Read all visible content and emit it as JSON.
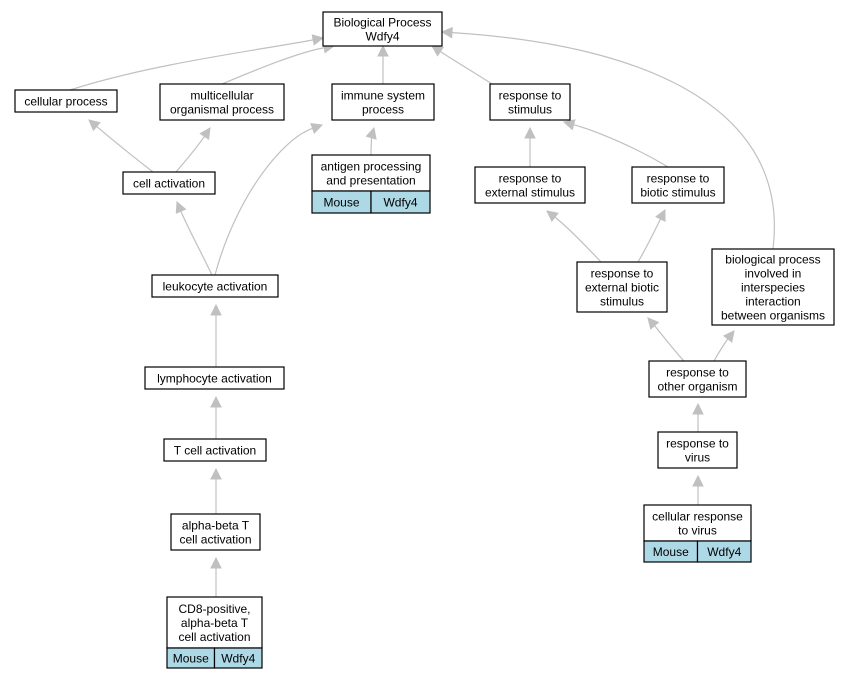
{
  "nodes": {
    "root": {
      "lines": [
        "Biological Process",
        "Wdfy4"
      ]
    },
    "cellular_process": {
      "lines": [
        "cellular process"
      ]
    },
    "multicellular": {
      "lines": [
        "multicellular",
        "organismal process"
      ]
    },
    "immune_system": {
      "lines": [
        "immune system",
        "process"
      ]
    },
    "response_stimulus": {
      "lines": [
        "response to",
        "stimulus"
      ]
    },
    "cell_activation": {
      "lines": [
        "cell activation"
      ]
    },
    "antigen": {
      "lines": [
        "antigen processing",
        "and presentation"
      ],
      "tags": [
        "Mouse",
        "Wdfy4"
      ]
    },
    "external_stimulus": {
      "lines": [
        "response to",
        "external stimulus"
      ]
    },
    "biotic_stimulus": {
      "lines": [
        "response to",
        "biotic stimulus"
      ]
    },
    "leukocyte": {
      "lines": [
        "leukocyte activation"
      ]
    },
    "ext_biotic": {
      "lines": [
        "response to",
        "external biotic",
        "stimulus"
      ]
    },
    "interspecies": {
      "lines": [
        "biological process",
        "involved in",
        "interspecies",
        "interaction",
        "between organisms"
      ]
    },
    "lymphocyte": {
      "lines": [
        "lymphocyte activation"
      ]
    },
    "other_organism": {
      "lines": [
        "response to",
        "other organism"
      ]
    },
    "tcell": {
      "lines": [
        "T cell activation"
      ]
    },
    "virus": {
      "lines": [
        "response to",
        "virus"
      ]
    },
    "alphabeta": {
      "lines": [
        "alpha-beta T",
        "cell activation"
      ]
    },
    "cellular_virus": {
      "lines": [
        "cellular response",
        "to virus"
      ],
      "tags": [
        "Mouse",
        "Wdfy4"
      ]
    },
    "cd8": {
      "lines": [
        "CD8-positive,",
        "alpha-beta T",
        "cell activation"
      ],
      "tags": [
        "Mouse",
        "Wdfy4"
      ]
    }
  },
  "edges": [
    [
      "cellular_process",
      "root"
    ],
    [
      "multicellular",
      "root"
    ],
    [
      "immune_system",
      "root"
    ],
    [
      "response_stimulus",
      "root"
    ],
    [
      "interspecies",
      "root"
    ],
    [
      "cell_activation",
      "cellular_process"
    ],
    [
      "cell_activation",
      "multicellular"
    ],
    [
      "antigen",
      "immune_system"
    ],
    [
      "leukocyte",
      "immune_system"
    ],
    [
      "leukocyte",
      "cell_activation"
    ],
    [
      "external_stimulus",
      "response_stimulus"
    ],
    [
      "biotic_stimulus",
      "response_stimulus"
    ],
    [
      "ext_biotic",
      "external_stimulus"
    ],
    [
      "ext_biotic",
      "biotic_stimulus"
    ],
    [
      "lymphocyte",
      "leukocyte"
    ],
    [
      "other_organism",
      "ext_biotic"
    ],
    [
      "other_organism",
      "interspecies"
    ],
    [
      "tcell",
      "lymphocyte"
    ],
    [
      "virus",
      "other_organism"
    ],
    [
      "alphabeta",
      "tcell"
    ],
    [
      "cellular_virus",
      "virus"
    ],
    [
      "cd8",
      "alphabeta"
    ]
  ],
  "colors": {
    "edge": "#c0c0c0",
    "tag_fill": "#add8e6",
    "box_stroke": "#000000"
  }
}
